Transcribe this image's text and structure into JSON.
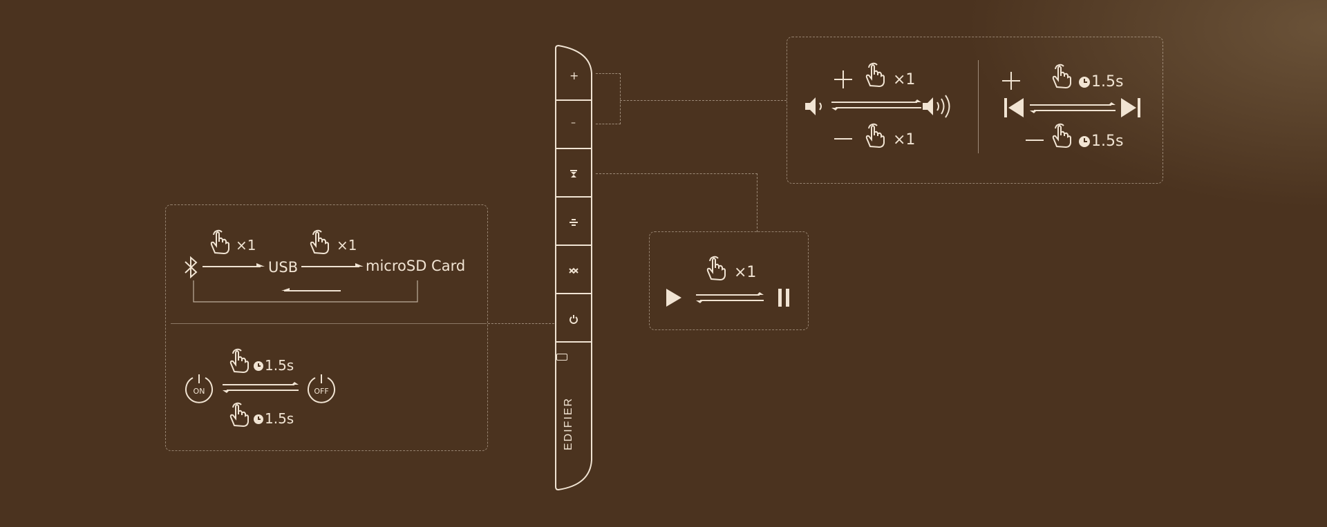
{
  "colors": {
    "background": "#4b331f",
    "line": "#f1e4d3"
  },
  "device": {
    "brand": "EDIFIER",
    "buttons": [
      {
        "label": "+",
        "icon": "plus-icon"
      },
      {
        "label": "–",
        "icon": "minus-icon"
      },
      {
        "label": "",
        "icon": "mode-icon"
      },
      {
        "label": "",
        "icon": "eq-icon"
      },
      {
        "label": "",
        "icon": "bluetooth-icon"
      },
      {
        "label": "",
        "icon": "power-icon"
      }
    ]
  },
  "volume_panel": {
    "volume": {
      "press": "×1"
    },
    "track": {
      "hold": "1.5s"
    }
  },
  "play_panel": {
    "press": "×1"
  },
  "source_panel": {
    "press_1": "×1",
    "press_2": "×1",
    "usb_label": "USB",
    "card_label": "microSD Card"
  },
  "power_panel": {
    "hold_top": "1.5s",
    "hold_bottom": "1.5s",
    "on_label": "ON",
    "off_label": "OFF"
  }
}
